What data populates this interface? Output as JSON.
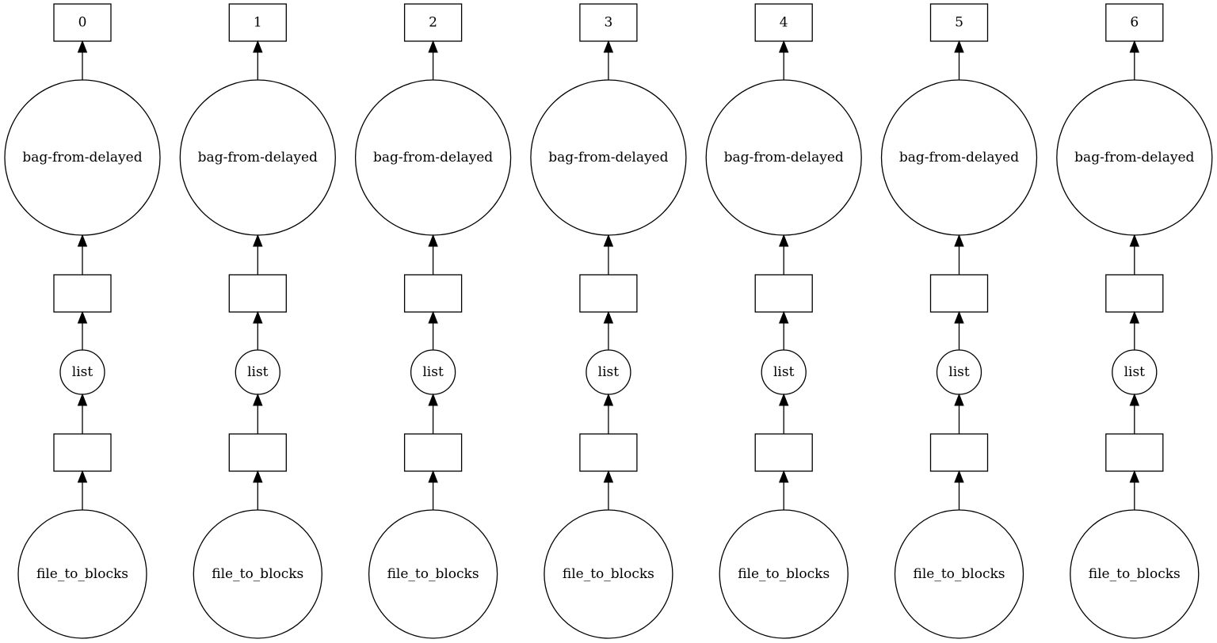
{
  "graph": {
    "chains": [
      {
        "key": "0",
        "output_label": "0",
        "bag_label": "bag-from-delayed",
        "list_label": "list",
        "source_label": "file_to_blocks"
      },
      {
        "key": "1",
        "output_label": "1",
        "bag_label": "bag-from-delayed",
        "list_label": "list",
        "source_label": "file_to_blocks"
      },
      {
        "key": "2",
        "output_label": "2",
        "bag_label": "bag-from-delayed",
        "list_label": "list",
        "source_label": "file_to_blocks"
      },
      {
        "key": "3",
        "output_label": "3",
        "bag_label": "bag-from-delayed",
        "list_label": "list",
        "source_label": "file_to_blocks"
      },
      {
        "key": "4",
        "output_label": "4",
        "bag_label": "bag-from-delayed",
        "list_label": "list",
        "source_label": "file_to_blocks"
      },
      {
        "key": "5",
        "output_label": "5",
        "bag_label": "bag-from-delayed",
        "list_label": "list",
        "source_label": "file_to_blocks"
      },
      {
        "key": "6",
        "output_label": "6",
        "bag_label": "bag-from-delayed",
        "list_label": "list",
        "source_label": "file_to_blocks"
      }
    ]
  }
}
